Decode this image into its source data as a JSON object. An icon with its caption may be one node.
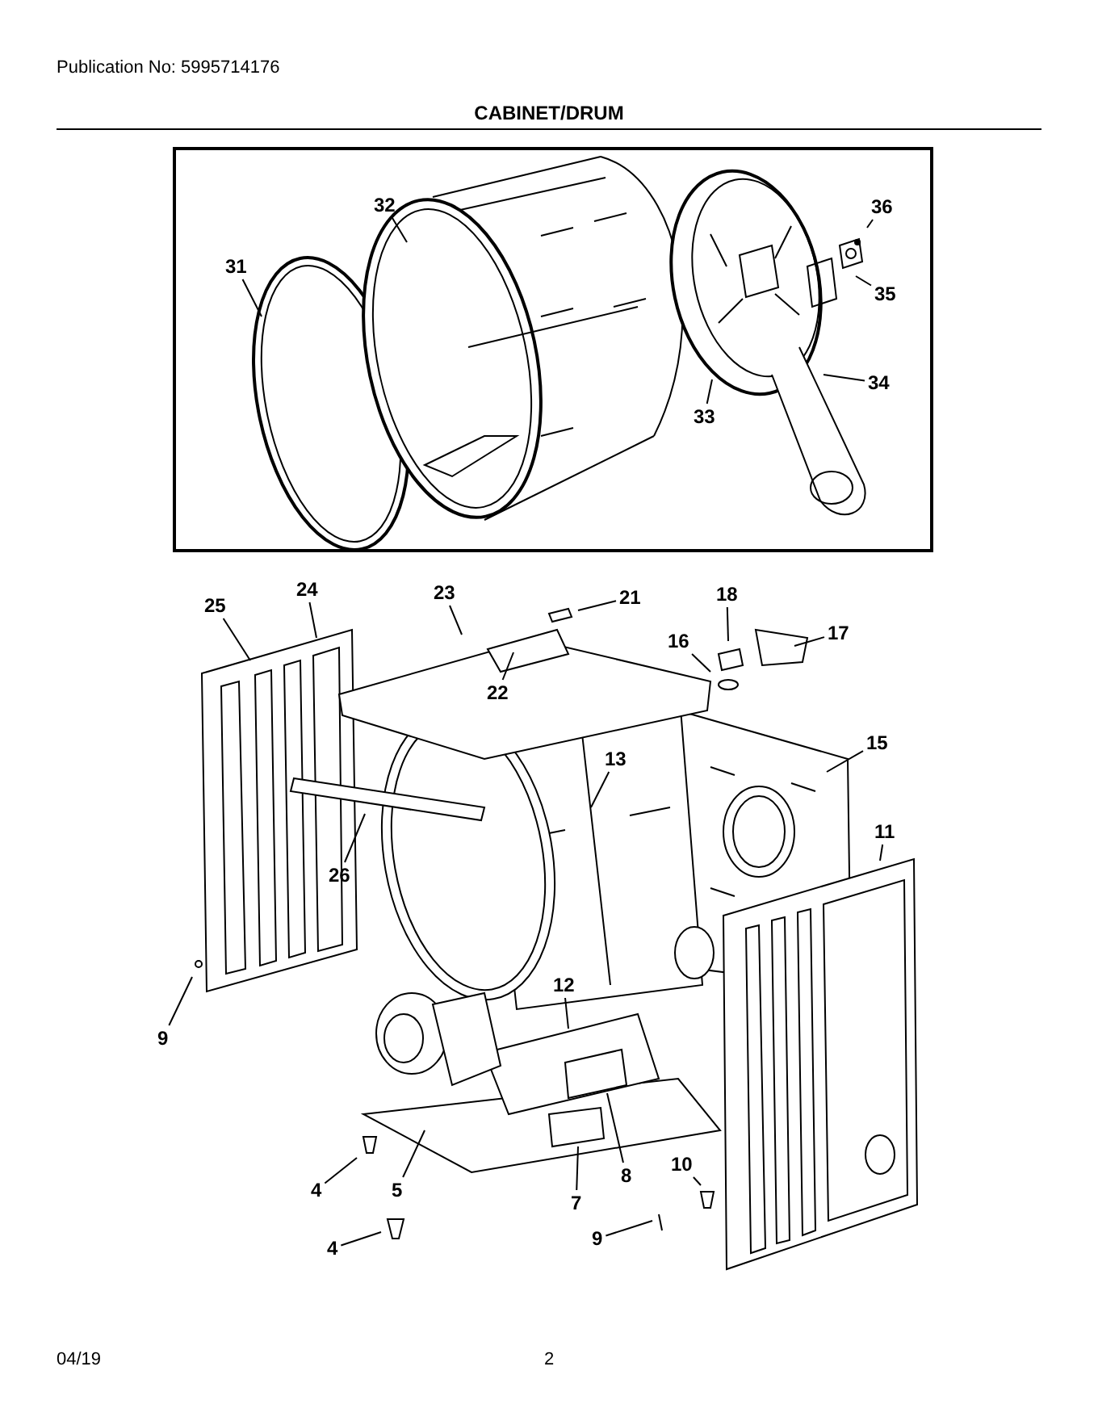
{
  "diagram": {
    "title": "CABINET/DRUM",
    "nodes": [
      {
        "text": [
          "32"
        ]
      },
      {
        "text": [
          "36"
        ]
      },
      {
        "text": [
          "31"
        ]
      },
      {
        "text": [
          "35"
        ]
      },
      {
        "text": [
          "34"
        ]
      },
      {
        "text": [
          "33"
        ]
      },
      {
        "text": [
          "24"
        ]
      },
      {
        "text": [
          "23"
        ]
      },
      {
        "text": [
          "18"
        ]
      },
      {
        "text": [
          "21"
        ]
      },
      {
        "text": [
          "25"
        ]
      },
      {
        "text": [
          "17"
        ]
      },
      {
        "text": [
          "16"
        ]
      },
      {
        "text": [
          "22"
        ]
      },
      {
        "text": [
          "15"
        ]
      },
      {
        "text": [
          "13"
        ]
      },
      {
        "text": [
          "11"
        ]
      },
      {
        "text": [
          "26"
        ]
      },
      {
        "text": [
          "12"
        ]
      },
      {
        "text": [
          "9"
        ]
      },
      {
        "text": [
          "10"
        ]
      },
      {
        "text": [
          "8"
        ]
      },
      {
        "text": [
          "4"
        ]
      },
      {
        "text": [
          "5"
        ]
      },
      {
        "text": [
          "7"
        ]
      },
      {
        "text": [
          "9"
        ]
      },
      {
        "text": [
          "4"
        ]
      }
    ],
    "edges": [
      {
        "from": 0,
        "to": null,
        "arrow": "none"
      },
      {
        "from": 1,
        "to": null,
        "arrow": "none"
      },
      {
        "from": 2,
        "to": null,
        "arrow": "none"
      },
      {
        "from": 3,
        "to": null,
        "arrow": "none"
      },
      {
        "from": 4,
        "to": null,
        "arrow": "none"
      },
      {
        "from": 5,
        "to": null,
        "arrow": "none"
      },
      {
        "from": 6,
        "to": null,
        "arrow": "none"
      },
      {
        "from": 7,
        "to": null,
        "arrow": "none"
      },
      {
        "from": 8,
        "to": null,
        "arrow": "none"
      },
      {
        "from": 9,
        "to": null,
        "arrow": "none"
      },
      {
        "from": 10,
        "to": null,
        "arrow": "none"
      },
      {
        "from": 11,
        "to": null,
        "arrow": "none"
      },
      {
        "from": 12,
        "to": null,
        "arrow": "none"
      },
      {
        "from": 13,
        "to": null,
        "arrow": "none"
      },
      {
        "from": 14,
        "to": null,
        "arrow": "none"
      },
      {
        "from": 15,
        "to": null,
        "arrow": "none"
      },
      {
        "from": 16,
        "to": null,
        "arrow": "none"
      },
      {
        "from": 17,
        "to": null,
        "arrow": "none"
      },
      {
        "from": 18,
        "to": null,
        "arrow": "none"
      },
      {
        "from": 19,
        "to": null,
        "arrow": "none"
      },
      {
        "from": 20,
        "to": null,
        "arrow": "none"
      },
      {
        "from": 21,
        "to": null,
        "arrow": "none"
      },
      {
        "from": 22,
        "to": null,
        "arrow": "none"
      },
      {
        "from": 23,
        "to": null,
        "arrow": "none"
      },
      {
        "from": 24,
        "to": null,
        "arrow": "none"
      },
      {
        "from": 25,
        "to": null,
        "arrow": "none"
      },
      {
        "from": 26,
        "to": null,
        "arrow": "none"
      }
    ],
    "labels": [
      "Publication No: 5995714176",
      "04/19",
      "2"
    ]
  }
}
